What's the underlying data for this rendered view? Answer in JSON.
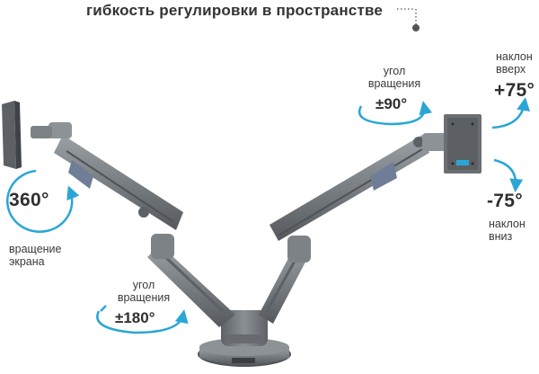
{
  "title": "гибкость регулировки в пространстве",
  "left_monitor": {
    "rotation_value": "360°",
    "rotation_label_line1": "вращение",
    "rotation_label_line2": "экрана"
  },
  "base_swivel": {
    "label_line1": "угол",
    "label_line2": "вращения",
    "value": "±180°"
  },
  "head_swivel": {
    "label_line1": "угол",
    "label_line2": "вращения",
    "value": "±90°"
  },
  "tilt_up": {
    "label_line1": "наклон",
    "label_line2": "вверх",
    "value": "+75°"
  },
  "tilt_down": {
    "value": "-75°",
    "label_line1": "наклон",
    "label_line2": "вниз"
  },
  "colors": {
    "accent_arrow": "#2aa6d6",
    "arm_metal": "#7d8287",
    "arm_dark": "#5c6166",
    "arm_plate": "#6f7e96",
    "text": "#333333"
  }
}
